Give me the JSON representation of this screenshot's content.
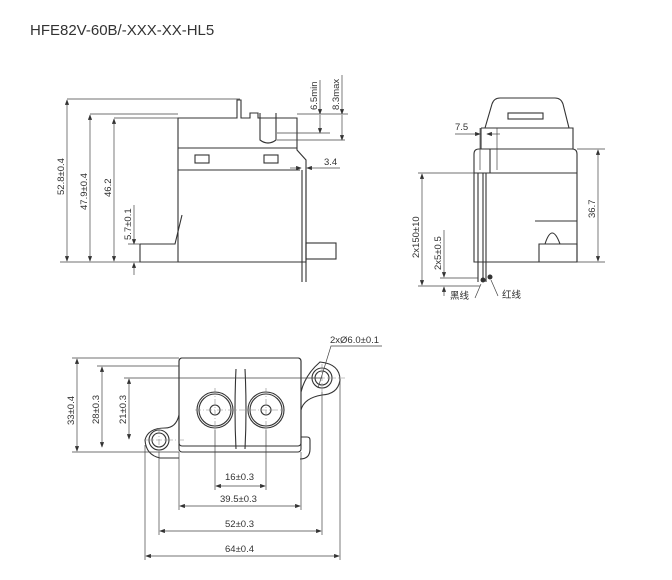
{
  "title": "HFE82V-60B/-XXX-XX-HL5",
  "side_view": {
    "dims": [
      "52.8±0.4",
      "47.9±0.4",
      "46.2",
      "5.7±0.1",
      "6.5min",
      "8.3max",
      "3.4"
    ]
  },
  "end_view": {
    "dims": [
      "7.5",
      "36.7",
      "2x150±10",
      "2x5±0.5"
    ],
    "wire_labels": {
      "black": "黑线",
      "red": "红线"
    }
  },
  "bottom_view": {
    "hole_dim": "2xØ6.0±0.1",
    "dims": [
      "33±0.4",
      "28±0.3",
      "21±0.3",
      "16±0.3",
      "39.5±0.3",
      "52±0.3",
      "64±0.4"
    ]
  }
}
